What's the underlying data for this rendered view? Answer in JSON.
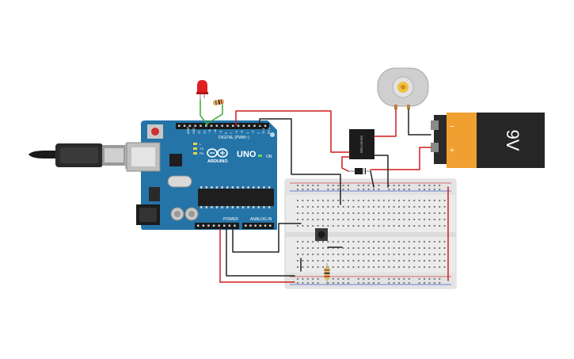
{
  "arduino": {
    "brand": "ARDUINO",
    "model": "UNO",
    "digital_label": "DIGITAL (PWM~)",
    "power_label": "POWER",
    "analog_label": "ANALOG IN",
    "on_label": "ON",
    "l_label": "L",
    "tx_label": "TX",
    "rx_label": "RX",
    "pin_labels": [
      "AREF",
      "GND",
      "13",
      "12",
      "~11",
      "~10",
      "~9",
      "8",
      "7",
      "~6",
      "~5",
      "4",
      "~3",
      "2",
      "TX 1",
      "RX 0"
    ]
  },
  "battery": {
    "label": "9V",
    "minus": "−",
    "plus": "+"
  },
  "relay": {
    "text": "SRD-05VDC"
  },
  "colors": {
    "board": "#2474a8",
    "wire_red": "#d01c1c",
    "wire_black": "#222222",
    "wire_green": "#3aa83a",
    "battery_orange": "#f0a030",
    "breadboard": "#ececec"
  },
  "icons": [
    "usb-cable-icon",
    "led-icon",
    "resistor-icon",
    "motor-icon",
    "battery-icon",
    "relay-icon",
    "diode-icon",
    "pushbutton-icon",
    "breadboard-icon",
    "arduino-logo-icon"
  ]
}
